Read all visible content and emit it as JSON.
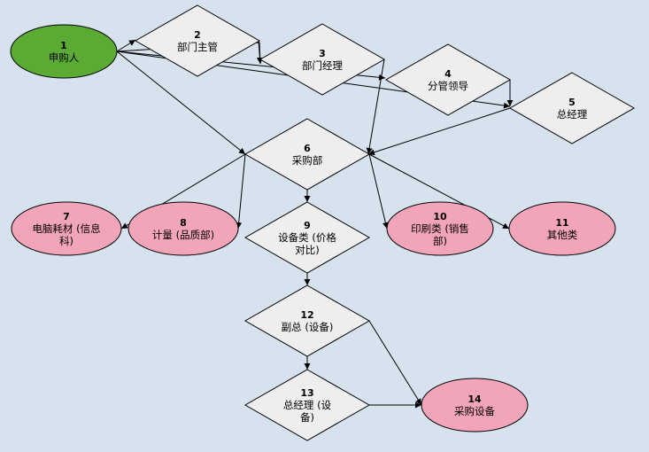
{
  "colors": {
    "background": "#d6e3ef",
    "start": "#5aaa34",
    "diamond": "#eeeeee",
    "terminal": "#f2a5b9"
  },
  "nodes": [
    {
      "id": "1",
      "label_lines": [
        "申购人"
      ],
      "shape": "ellipse",
      "kind": "start"
    },
    {
      "id": "2",
      "label_lines": [
        "部门主管"
      ],
      "shape": "diamond"
    },
    {
      "id": "3",
      "label_lines": [
        "部门经理"
      ],
      "shape": "diamond"
    },
    {
      "id": "4",
      "label_lines": [
        "分管领导"
      ],
      "shape": "diamond"
    },
    {
      "id": "5",
      "label_lines": [
        "总经理"
      ],
      "shape": "diamond"
    },
    {
      "id": "6",
      "label_lines": [
        "采购部"
      ],
      "shape": "diamond"
    },
    {
      "id": "7",
      "label_lines": [
        "电脑耗材 (信息",
        "科)"
      ],
      "shape": "ellipse",
      "kind": "terminal"
    },
    {
      "id": "8",
      "label_lines": [
        "计量 (品质部)"
      ],
      "shape": "ellipse",
      "kind": "terminal"
    },
    {
      "id": "9",
      "label_lines": [
        "设备类 (价格",
        "对比)"
      ],
      "shape": "diamond"
    },
    {
      "id": "10",
      "label_lines": [
        "印刷类 (销售",
        "部)"
      ],
      "shape": "ellipse",
      "kind": "terminal"
    },
    {
      "id": "11",
      "label_lines": [
        "其他类"
      ],
      "shape": "ellipse",
      "kind": "terminal"
    },
    {
      "id": "12",
      "label_lines": [
        "副总 (设备)"
      ],
      "shape": "diamond"
    },
    {
      "id": "13",
      "label_lines": [
        "总经理 (设",
        "备)"
      ],
      "shape": "diamond"
    },
    {
      "id": "14",
      "label_lines": [
        "采购设备"
      ],
      "shape": "ellipse",
      "kind": "terminal"
    }
  ],
  "edges": [
    {
      "from": "1",
      "to": "2"
    },
    {
      "from": "1",
      "to": "3"
    },
    {
      "from": "1",
      "to": "4"
    },
    {
      "from": "1",
      "to": "5"
    },
    {
      "from": "1",
      "to": "6"
    },
    {
      "from": "2",
      "to": "3"
    },
    {
      "from": "3",
      "to": "6"
    },
    {
      "from": "4",
      "to": "5"
    },
    {
      "from": "5",
      "to": "6"
    },
    {
      "from": "6",
      "to": "7"
    },
    {
      "from": "6",
      "to": "8"
    },
    {
      "from": "6",
      "to": "9"
    },
    {
      "from": "6",
      "to": "10"
    },
    {
      "from": "6",
      "to": "11"
    },
    {
      "from": "9",
      "to": "12"
    },
    {
      "from": "12",
      "to": "13"
    },
    {
      "from": "12",
      "to": "14"
    },
    {
      "from": "13",
      "to": "14"
    }
  ]
}
